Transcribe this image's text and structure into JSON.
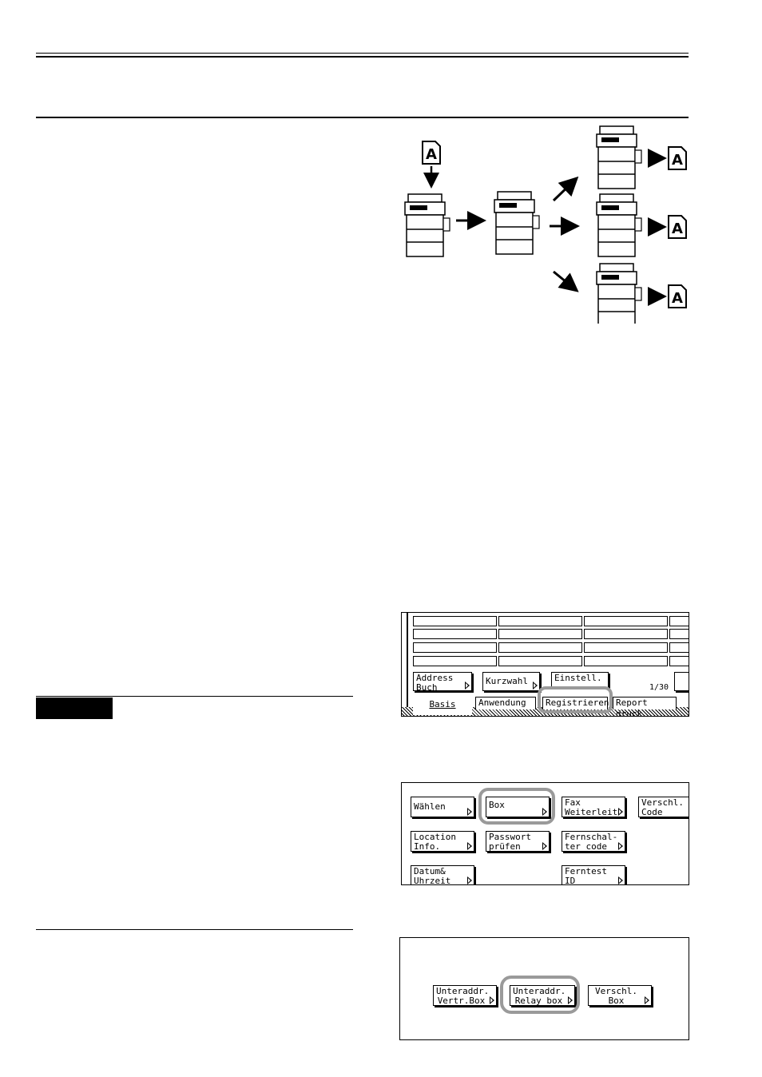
{
  "figures": {
    "doc_letter": "A"
  },
  "screen1": {
    "buttons": [
      "Address\nBuch",
      "Kurzwahl",
      "Einstell.\n"
    ],
    "page_indicator": "1/30",
    "tabs": [
      "Basis",
      "Anwendung",
      "Registrieren",
      "Report druck"
    ]
  },
  "screen2": {
    "buttons": [
      "Wählen",
      "Box",
      "Fax\nWeiterleit",
      "Verschl.\nCode",
      "Location\nInfo.",
      "Passwort\nprüfen",
      "Fernschal-\nter code",
      "Datum&\nUhrzeit",
      "Ferntest\nID"
    ]
  },
  "screen3": {
    "buttons": [
      "Unteraddr.\nVertr.Box",
      "Unteraddr.\nRelay box",
      "Verschl.\nBox"
    ]
  }
}
